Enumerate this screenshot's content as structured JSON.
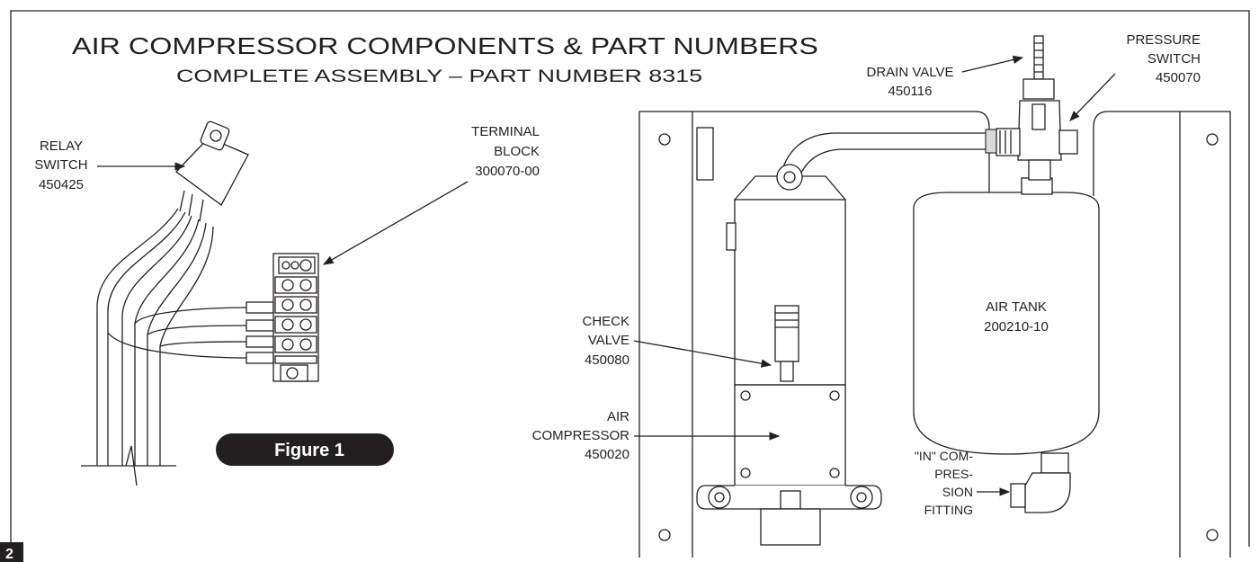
{
  "title": "AIR COMPRESSOR COMPONENTS & PART NUMBERS",
  "subtitle": "COMPLETE ASSEMBLY – PART NUMBER 8315",
  "figure_badge": "Figure 1",
  "page_number": "2",
  "labels": {
    "relay_switch": {
      "line1": "RELAY",
      "line2": "SWITCH",
      "part": "450425"
    },
    "terminal_block": {
      "line1": "TERMINAL",
      "line2": "BLOCK",
      "part": "300070-00"
    },
    "drain_valve": {
      "line1": "DRAIN VALVE",
      "part": "450116"
    },
    "pressure_switch": {
      "line1": "PRESSURE",
      "line2": "SWITCH",
      "part": "450070"
    },
    "check_valve": {
      "line1": "CHECK",
      "line2": "VALVE",
      "part": "450080"
    },
    "air_compressor": {
      "line1": "AIR",
      "line2": "COMPRESSOR",
      "part": "450020"
    },
    "air_tank": {
      "line1": "AIR TANK",
      "part": "200210-10"
    },
    "in_fitting": {
      "line1": "\"IN\" COM-",
      "line2": "PRES-",
      "line3": "SION",
      "line4": "FITTING"
    }
  },
  "colors": {
    "ink": "#231f20",
    "fill_gray": "#d9d9d9",
    "badge": "#231f20",
    "badge_text": "#ffffff"
  }
}
